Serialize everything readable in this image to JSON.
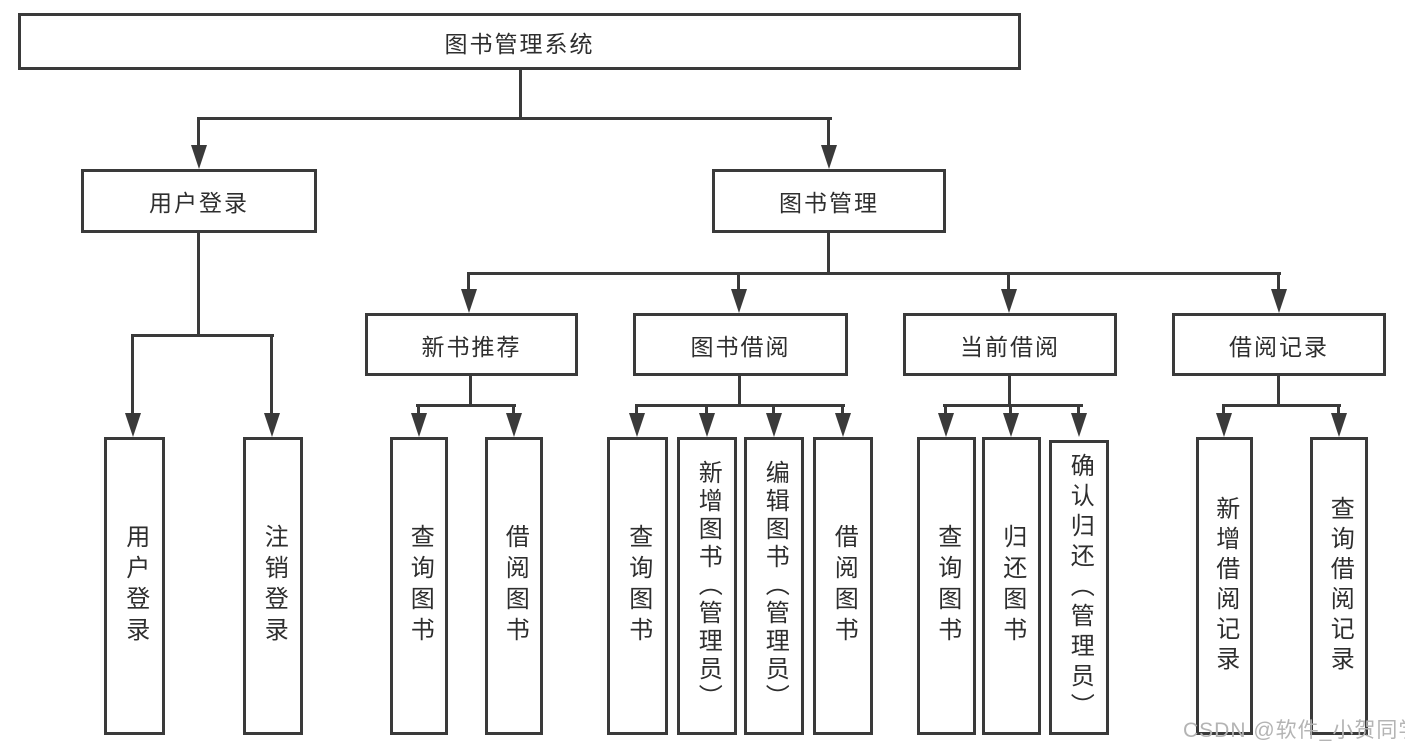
{
  "tree": {
    "root": {
      "label": "图书管理系统"
    },
    "branches": [
      {
        "label": "用户登录",
        "children": [
          "用户登录",
          "注销登录"
        ]
      },
      {
        "label": "图书管理",
        "sections": [
          {
            "label": "新书推荐",
            "children": [
              "查询图书",
              "借阅图书"
            ]
          },
          {
            "label": "图书借阅",
            "children": [
              "查询图书",
              "新增图书（管理员）",
              "编辑图书（管理员）",
              "借阅图书"
            ]
          },
          {
            "label": "当前借阅",
            "children": [
              "查询图书",
              "归还图书",
              "确认归还（管理员）"
            ]
          },
          {
            "label": "借阅记录",
            "children": [
              "新增借阅记录",
              "查询借阅记录"
            ]
          }
        ]
      }
    ]
  },
  "watermark": {
    "text": "CSDN @软件_小贺同学"
  },
  "colors": {
    "line": "#3a3a3a",
    "text": "#2e2e2e",
    "watermark": "#b4b4b4",
    "background": "#ffffff"
  }
}
